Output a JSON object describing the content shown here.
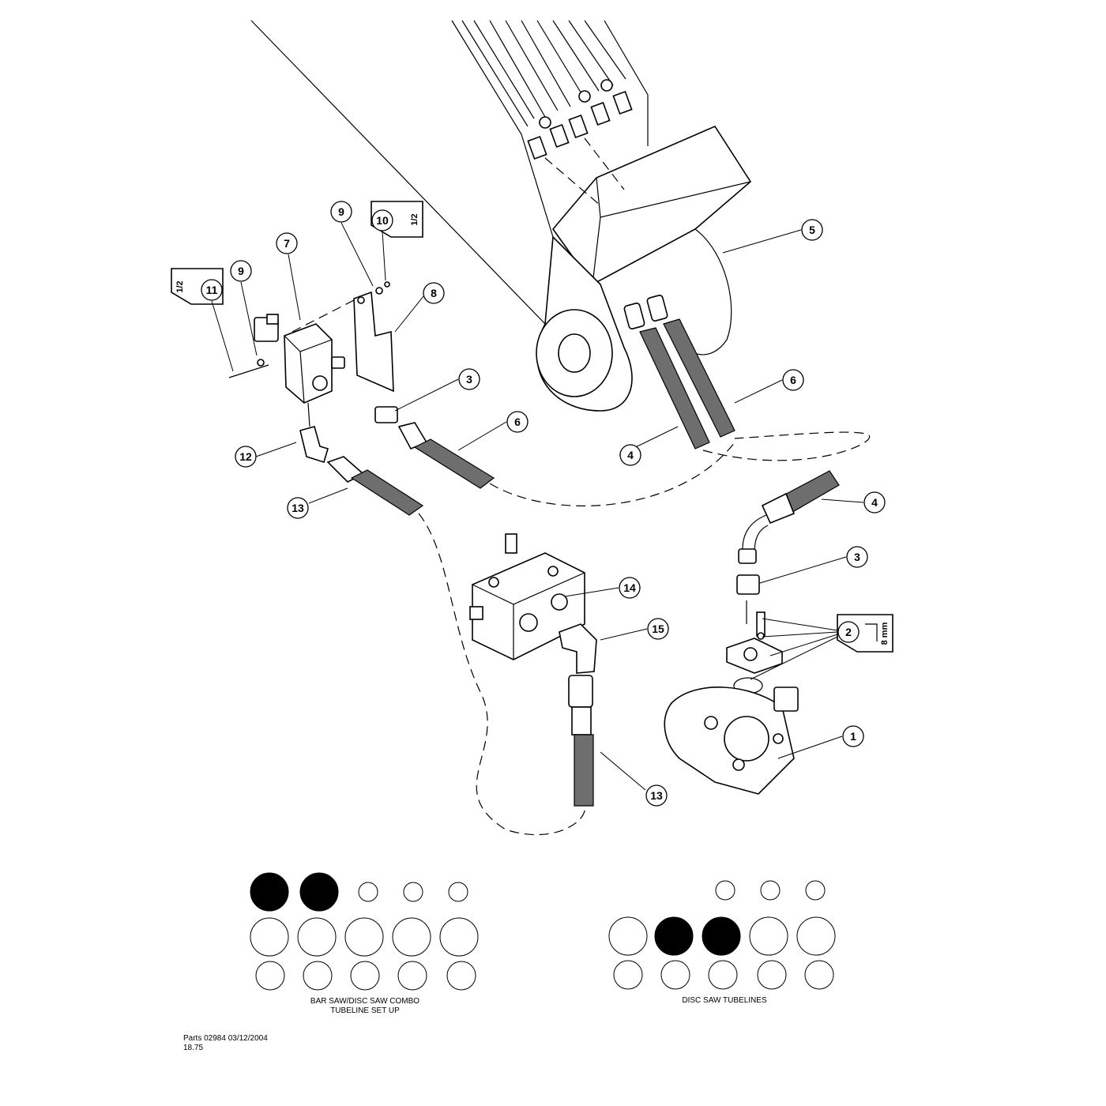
{
  "callouts": [
    {
      "id": "c-1",
      "label": "1"
    },
    {
      "id": "c-2",
      "label": "2"
    },
    {
      "id": "c-3a",
      "label": "3"
    },
    {
      "id": "c-3b",
      "label": "3"
    },
    {
      "id": "c-4a",
      "label": "4"
    },
    {
      "id": "c-4b",
      "label": "4"
    },
    {
      "id": "c-5",
      "label": "5"
    },
    {
      "id": "c-6a",
      "label": "6"
    },
    {
      "id": "c-6b",
      "label": "6"
    },
    {
      "id": "c-7",
      "label": "7"
    },
    {
      "id": "c-8",
      "label": "8"
    },
    {
      "id": "c-9a",
      "label": "9"
    },
    {
      "id": "c-9b",
      "label": "9"
    },
    {
      "id": "c-10",
      "label": "10"
    },
    {
      "id": "c-11",
      "label": "11"
    },
    {
      "id": "c-12",
      "label": "12"
    },
    {
      "id": "c-13a",
      "label": "13"
    },
    {
      "id": "c-13b",
      "label": "13"
    },
    {
      "id": "c-14",
      "label": "14"
    },
    {
      "id": "c-15",
      "label": "15"
    }
  ],
  "tool_tags": {
    "tag_10": "1/2",
    "tag_11": "1/2",
    "tag_2": "8 mm"
  },
  "legend_left": {
    "caption_line1": "BAR SAW/DISC SAW COMBO",
    "caption_line2": "TUBELINE SET UP",
    "rows": [
      [
        true,
        true,
        false,
        false,
        false
      ],
      [
        false,
        false,
        false,
        false,
        false
      ],
      [
        false,
        false,
        false,
        false,
        false
      ]
    ]
  },
  "legend_right": {
    "caption_line1": "DISC SAW TUBELINES",
    "rows": [
      [
        false,
        false,
        false
      ],
      [
        false,
        true,
        true,
        false,
        false
      ],
      [
        false,
        false,
        false,
        false,
        false
      ]
    ]
  },
  "footer": {
    "line1": "Parts 02984 03/12/2004",
    "line2": "18.75"
  }
}
